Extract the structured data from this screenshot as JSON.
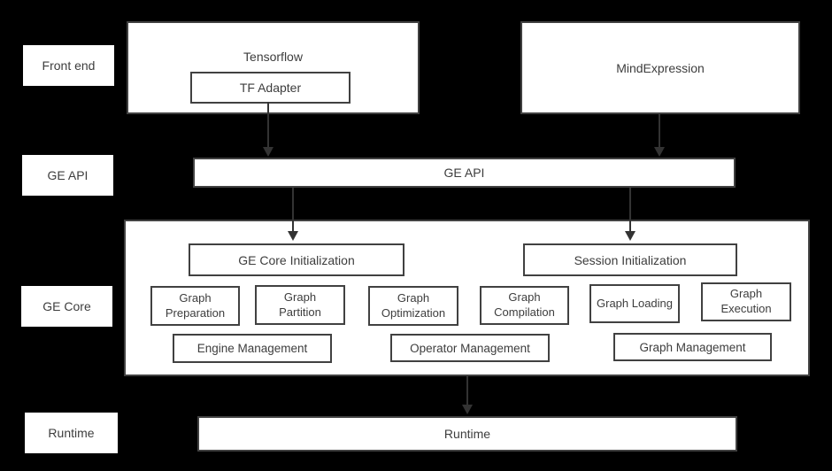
{
  "colors": {
    "background": "#000000",
    "box_fill": "#ffffff",
    "box_border": "#414141",
    "text": "#3d3d3d",
    "arrow": "#333333"
  },
  "side_labels": [
    {
      "label": "Front end"
    },
    {
      "label": "GE API"
    },
    {
      "label": "GE Core"
    },
    {
      "label": "Runtime"
    }
  ],
  "nodes": {
    "tensorflow": "Tensorflow",
    "tf_adapter": "TF Adapter",
    "mindexpression": "MindExpression",
    "ge_api": "GE API",
    "ge_core_initialization": "GE Core Initialization",
    "session_initialization": "Session Initialization",
    "stages": [
      "Graph Preparation",
      "Graph Partition",
      "Graph Optimization",
      "Graph Compilation",
      "Graph Loading",
      "Graph Execution"
    ],
    "management": [
      "Engine Management",
      "Operator Management",
      "Graph Management"
    ],
    "runtime": "Runtime"
  },
  "arrows": [
    {
      "from": "TF Adapter",
      "to": "GE API"
    },
    {
      "from": "MindExpression",
      "to": "GE API"
    },
    {
      "from": "GE API",
      "to": "GE Core Initialization"
    },
    {
      "from": "GE API",
      "to": "Session Initialization"
    },
    {
      "from": "GE Core",
      "to": "Runtime"
    }
  ]
}
